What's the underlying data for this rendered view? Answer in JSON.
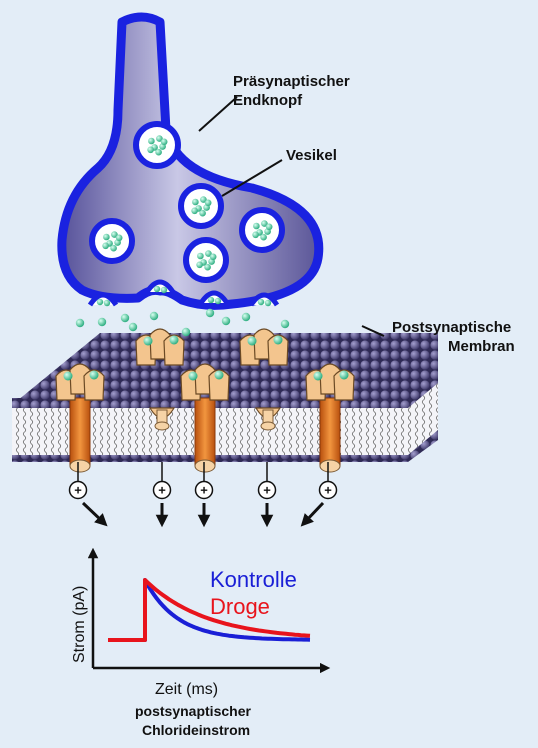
{
  "labels": {
    "presynaptic_line1": "Präsynaptischer",
    "presynaptic_line2": "Endknopf",
    "vesicle": "Vesikel",
    "postsynaptic_line1": "Postsynaptische",
    "postsynaptic_line2": "Membran",
    "ion_sign": "+",
    "caption_line1": "postsynaptischer",
    "caption_line2": "Chlorideinstrom"
  },
  "chart_data": {
    "type": "line",
    "xlabel": "Zeit (ms)",
    "ylabel": "Strom (pA)",
    "series": [
      {
        "name": "Kontrolle",
        "color": "#1a1fd6"
      },
      {
        "name": "Droge",
        "color": "#e8141c"
      }
    ]
  },
  "colors": {
    "background": "#e3edf7",
    "terminal_fill": "#7c78b0",
    "terminal_outline": "#1a22e0",
    "vesicle_content": "#3bbf8e",
    "lipid_head": "#4a4478",
    "receptor": "#f3c58e",
    "channel": "#e0721e"
  }
}
